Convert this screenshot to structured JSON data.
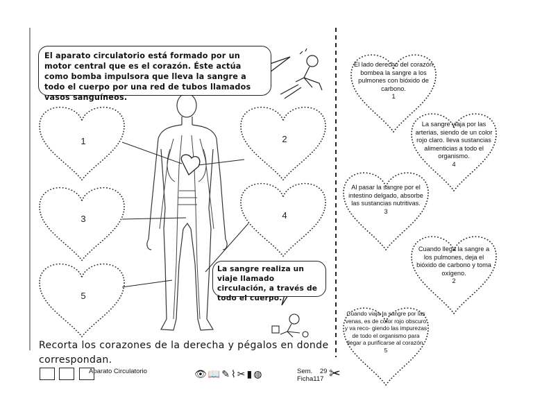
{
  "intro_bubble": {
    "text": "El aparato circulatorio está formado por un motor central que es el corazón. Éste actúa como bomba impulsora que lleva la sangre a todo el cuerpo por una red de tubos llamados vasos sanguíneos."
  },
  "journey_bubble": {
    "text": "La sangre realiza un viaje llamado circulación, a través de todo el cuerpo."
  },
  "blank_hearts": [
    "1",
    "2",
    "3",
    "4",
    "5"
  ],
  "cut_hearts": [
    {
      "text": "El lado derecho del corazón bombea la sangre a los pulmones con bióxido de carbono.",
      "number": "1"
    },
    {
      "text": "La sangre viaja por las arterias, siendo de un color rojo claro. lleva sustancias alimenticias a todo el organismo.",
      "number": "4"
    },
    {
      "text": "Al pasar la sangre por el intestino delgado, absorbe las sustancias nutritivas.",
      "number": "3"
    },
    {
      "text": "Cuando llega la sangre a los pulmones, deja el bióxido de carbono y toma oxígeno.",
      "number": "2"
    },
    {
      "text": "Cuando viaja la sangre por las venas, es de color rojo obscuro y va reco- giendo las impurezas de todo el organismo para llegar a purificarse al corazón.",
      "number": "5"
    }
  ],
  "instruction": "Recorta los corazones de la derecha y pégalos en donde correspondan.",
  "footer": {
    "subject": "Aparato Circulatorio",
    "sem_label": "Sem.",
    "sem_value": "29",
    "ficha_label": "Ficha",
    "ficha_value": "117"
  }
}
